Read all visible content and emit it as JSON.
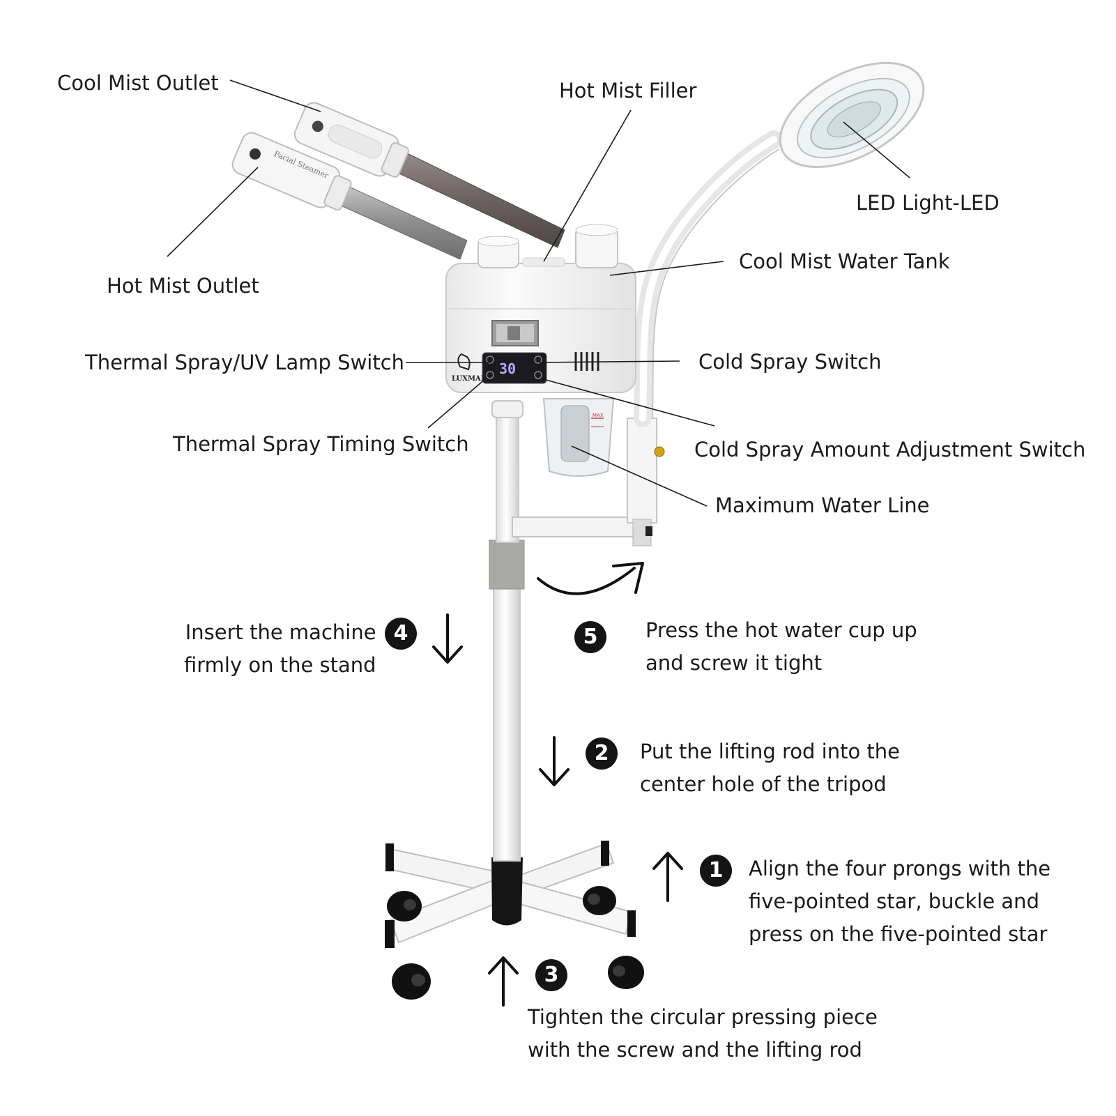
{
  "labels": {
    "cool_mist_outlet": "Cool Mist Outlet",
    "hot_mist_filler": "Hot Mist Filler",
    "led_light": "LED Light-LED",
    "hot_mist_outlet": "Hot Mist Outlet",
    "cool_mist_water_tank": "Cool Mist Water Tank",
    "thermal_spray_uv_switch": "Thermal Spray/UV Lamp Switch",
    "cold_spray_switch": "Cold Spray Switch",
    "thermal_spray_timing_switch": "Thermal Spray Timing Switch",
    "cold_spray_amount_switch": "Cold Spray Amount Adjustment Switch",
    "maximum_water_line": "Maximum Water Line"
  },
  "device": {
    "brand": "LUXMARS",
    "display_value": "30",
    "arm_text": "Facial Steamer",
    "cup_marking": "MAX"
  },
  "steps": [
    {
      "number": "1",
      "lines": [
        "Align the four prongs with the",
        "five-pointed star, buckle and",
        "press on the five-pointed star"
      ]
    },
    {
      "number": "2",
      "lines": [
        "Put the lifting rod into the",
        "center hole of the tripod"
      ]
    },
    {
      "number": "3",
      "lines": [
        "Tighten the circular pressing piece",
        "with the screw and the lifting rod"
      ]
    },
    {
      "number": "4",
      "lines": [
        "Insert the machine",
        "firmly on the stand"
      ]
    },
    {
      "number": "5",
      "lines": [
        "Press the hot water cup up",
        "and screw it tight"
      ]
    }
  ],
  "colors": {
    "text": "#1a1a1a",
    "device_body": "#f3f3f3",
    "device_outline": "#c8c8c8",
    "arm_metal": "#7a6e6e",
    "panel": "#1b1b1f",
    "display_digits": "#b6a8ff",
    "knob": "#d4a017"
  }
}
